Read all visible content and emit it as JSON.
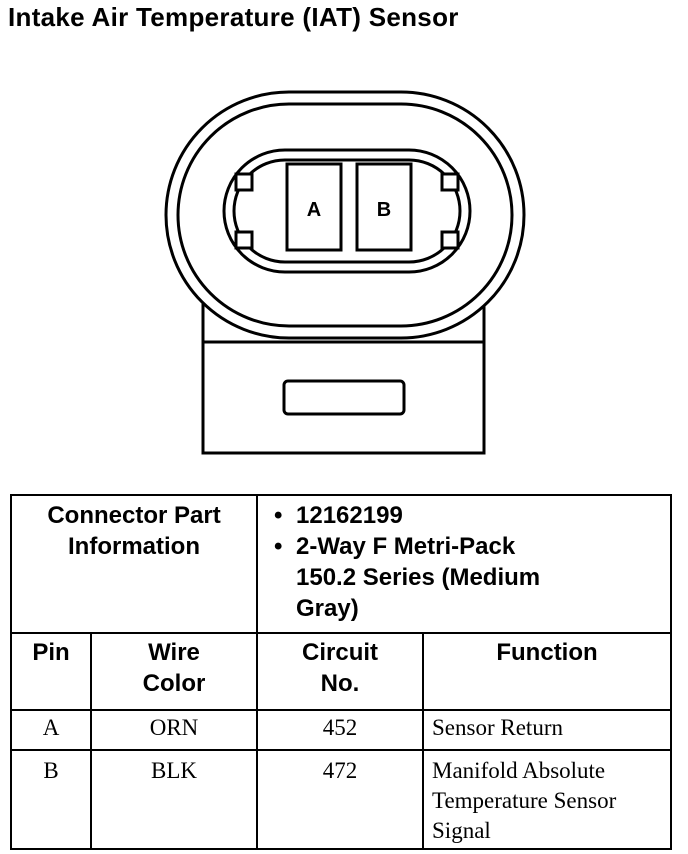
{
  "title": "Intake Air Temperature (IAT) Sensor",
  "connector": {
    "pins": [
      "A",
      "B"
    ]
  },
  "table": {
    "part_info_label_lines": [
      "Connector Part",
      "Information"
    ],
    "part_info": {
      "part_number": "12162199",
      "description_lines": [
        "2-Way F Metri-Pack",
        "150.2 Series (Medium",
        "Gray)"
      ]
    },
    "bullet": "•",
    "headers": {
      "pin": "Pin",
      "wire_color_lines": [
        "Wire",
        "Color"
      ],
      "circuit_lines": [
        "Circuit",
        "No."
      ],
      "function": "Function"
    },
    "rows": [
      {
        "pin": "A",
        "wire_color": "ORN",
        "circuit": "452",
        "function_lines": [
          "Sensor Return"
        ]
      },
      {
        "pin": "B",
        "wire_color": "BLK",
        "circuit": "472",
        "function_lines": [
          "Manifold Absolute",
          "Temperature Sensor",
          "Signal"
        ]
      }
    ]
  }
}
